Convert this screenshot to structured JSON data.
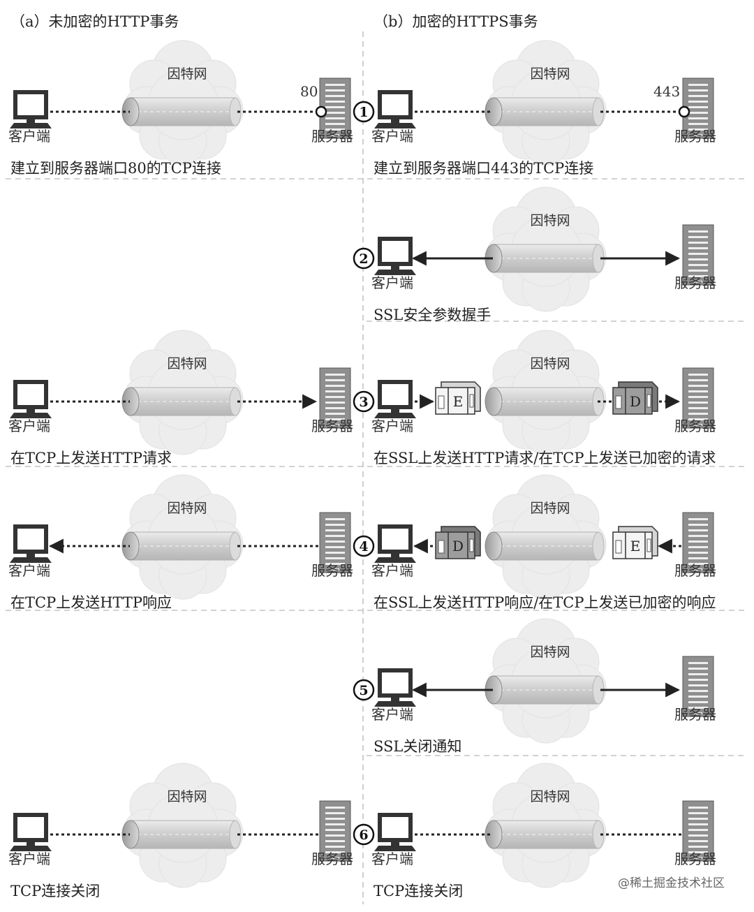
{
  "headers": {
    "left": "（a）未加密的HTTP事务",
    "right": "（b）加密的HTTPS事务"
  },
  "common_labels": {
    "client": "客户端",
    "server": "服务器",
    "internet": "因特网",
    "port_http": "80",
    "port_https": "443",
    "encrypted_letter": "E",
    "decrypted_letter": "D"
  },
  "steps": [
    {
      "number": "1",
      "left_caption": "建立到服务器端口80的TCP连接",
      "right_caption": "建立到服务器端口443的TCP连接"
    },
    {
      "number": "2",
      "left_caption": "",
      "right_caption": "SSL安全参数握手"
    },
    {
      "number": "3",
      "left_caption": "在TCP上发送HTTP请求",
      "right_caption": "在SSL上发送HTTP请求/在TCP上发送已加密的请求"
    },
    {
      "number": "4",
      "left_caption": "在TCP上发送HTTP响应",
      "right_caption": "在SSL上发送HTTP响应/在TCP上发送已加密的响应"
    },
    {
      "number": "5",
      "left_caption": "",
      "right_caption": "SSL关闭通知"
    },
    {
      "number": "6",
      "left_caption": "TCP连接关闭",
      "right_caption": "TCP连接关闭"
    }
  ],
  "watermark": "@稀土掘金技术社区",
  "colors": {
    "line": "#222222",
    "cloud": "#ececec",
    "tube": "#d4d4d4",
    "divider": "#bfbfbf"
  }
}
